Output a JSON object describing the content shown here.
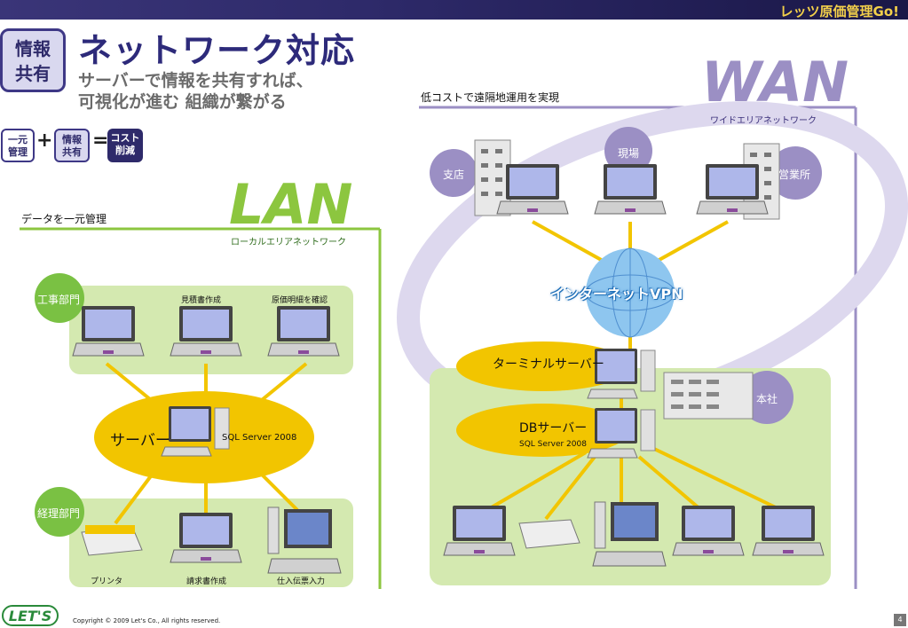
{
  "header": {
    "brand": "レッツ原価管理Go!"
  },
  "badge": {
    "line1": "情報",
    "line2": "共有"
  },
  "title": "ネットワーク対応",
  "subtitle": {
    "line1": "サーバーで情報を共有すれば、",
    "line2": "可視化が進む 組織が繋がる"
  },
  "formula": {
    "box1": {
      "line1": "一元",
      "line2": "管理"
    },
    "plus": "+",
    "box2": {
      "line1": "情報",
      "line2": "共有"
    },
    "equals": "=",
    "box3": {
      "line1": "コスト",
      "line2": "削減"
    }
  },
  "lan": {
    "logo": "LAN",
    "caption": "データを一元管理",
    "subtitle": "ローカルエリアネットワーク",
    "group_top": "工事部門",
    "group_bottom": "経理部門",
    "pc_top": [
      "見積書作成",
      "原価明細を確認"
    ],
    "server_label": "サーバー",
    "server_sql": "SQL Server 2008",
    "pc_bottom": [
      "プリンタ",
      "請求書作成",
      "仕入伝票入力"
    ]
  },
  "wan": {
    "logo": "WAN",
    "caption": "低コストで遠隔地運用を実現",
    "subtitle": "ワイドエリアネットワーク",
    "sites": [
      "支店",
      "現場",
      "営業所"
    ],
    "vpn": "インターネットVPN",
    "terminal": "ターミナルサーバー",
    "db": "DBサーバー",
    "db_sql": "SQL Server 2008",
    "hq": "本社"
  },
  "footer": {
    "logo": "LET'S",
    "copyright": "Copyright © 2009 Let's Co., All rights reserved.",
    "page": "4"
  },
  "colors": {
    "navy": "#2e2a6a",
    "lan_green": "#8cc63f",
    "wan_purple": "#9b8fc4",
    "server_yellow": "#f2c500"
  }
}
